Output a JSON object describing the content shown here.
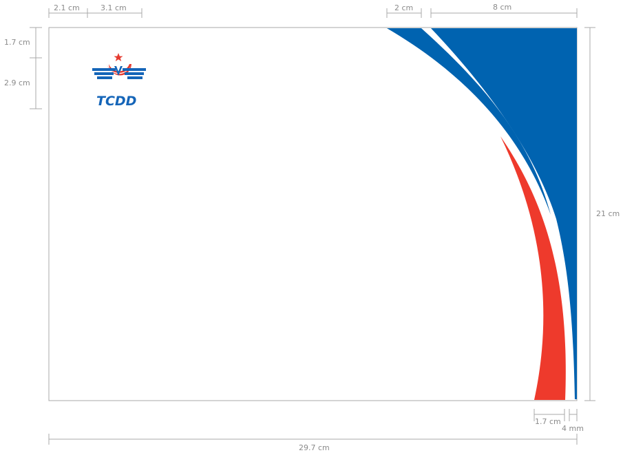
{
  "logo": {
    "text": "TCDD",
    "colors": {
      "blue": "#1565b8",
      "red": "#e53a2f"
    }
  },
  "artwork": {
    "colors": {
      "blue_band": "#0063b0",
      "red_band": "#ee3a2c"
    }
  },
  "dimensions": {
    "top_left_margin": "2.1 cm",
    "top_logo_width": "3.1 cm",
    "top_band_gap": "2 cm",
    "top_band_width": "8 cm",
    "left_top_margin": "1.7 cm",
    "left_logo_height": "2.9 cm",
    "right_height": "21 cm",
    "bottom_red_width": "1.7 cm",
    "bottom_edge_gap": "4 mm",
    "bottom_total_width": "29.7 cm"
  }
}
